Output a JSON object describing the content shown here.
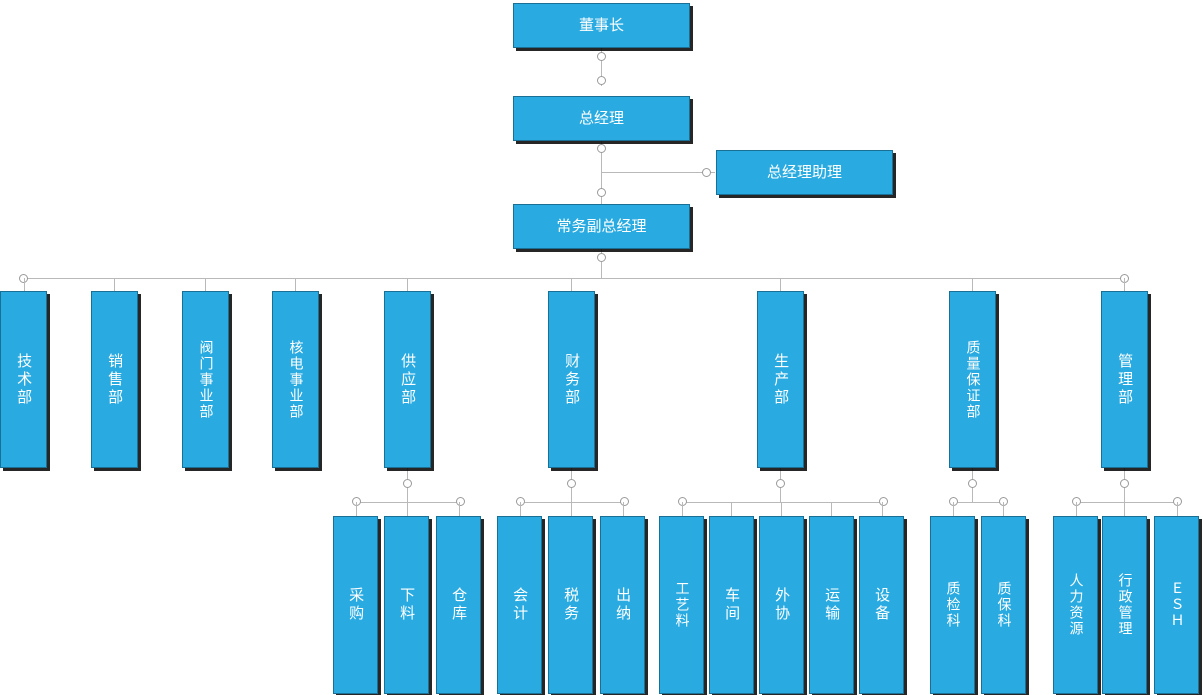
{
  "chart_type": "org-chart",
  "colors": {
    "node_fill": "#29ABE2",
    "node_border": "#1a6f94",
    "node_text": "#ffffff",
    "connector": "#b9b9b9",
    "shadow": "#000000"
  },
  "top": {
    "chairman": "董事长",
    "general_manager": "总经理",
    "gm_assistant": "总经理助理",
    "executive_vice_gm": "常务副总经理"
  },
  "departments": [
    {
      "label": "技术部"
    },
    {
      "label": "销售部"
    },
    {
      "label": "阀门事业部"
    },
    {
      "label": "核电事业部"
    },
    {
      "label": "供应部"
    },
    {
      "label": "财务部"
    },
    {
      "label": "生产部"
    },
    {
      "label": "质量保证部"
    },
    {
      "label": "管理部"
    }
  ],
  "sub_groups": [
    {
      "parent": "供应部",
      "children": [
        {
          "label": "采购"
        },
        {
          "label": "下料"
        },
        {
          "label": "仓库"
        }
      ]
    },
    {
      "parent": "财务部",
      "children": [
        {
          "label": "会计"
        },
        {
          "label": "税务"
        },
        {
          "label": "出纳"
        }
      ]
    },
    {
      "parent": "生产部",
      "children": [
        {
          "label": "工艺料"
        },
        {
          "label": "车间"
        },
        {
          "label": "外协"
        },
        {
          "label": "运输"
        },
        {
          "label": "设备"
        }
      ]
    },
    {
      "parent": "质量保证部",
      "children": [
        {
          "label": "质检科"
        },
        {
          "label": "质保科"
        }
      ]
    },
    {
      "parent": "管理部",
      "children": [
        {
          "label": "人力资源"
        },
        {
          "label": "行政管理"
        },
        {
          "label": "ＥＳＨ"
        }
      ]
    }
  ]
}
